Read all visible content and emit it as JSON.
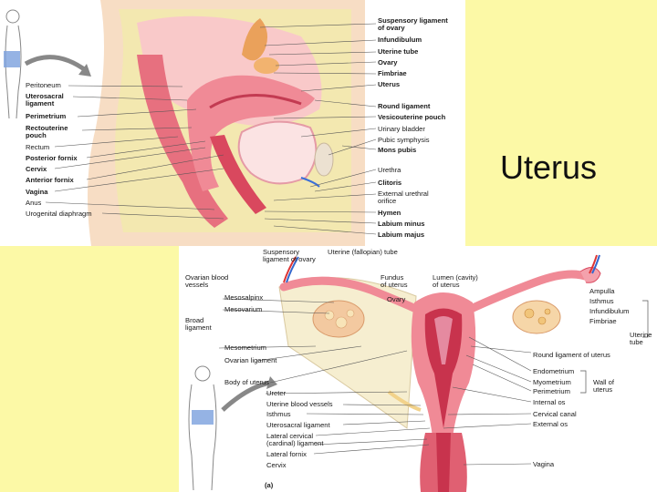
{
  "slide": {
    "title": "Uterus"
  },
  "top_diagram": {
    "right_labels": [
      "Suspensory ligament\nof ovary",
      "Infundibulum",
      "Uterine tube",
      "Ovary",
      "Fimbriae",
      "Uterus",
      "Round ligament",
      "Vesicouterine pouch",
      "Urinary bladder",
      "Pubic symphysis",
      "Mons pubis",
      "Urethra",
      "Clitoris",
      "External urethral\norifice",
      "Hymen",
      "Labium minus",
      "Labium majus"
    ],
    "left_labels": [
      "Peritoneum",
      "Uterosacral\nligament",
      "Perimetrium",
      "Rectouterine\npouch",
      "Rectum",
      "Posterior fornix",
      "Cervix",
      "Anterior fornix",
      "Vagina",
      "Anus",
      "Urogenital diaphragm"
    ]
  },
  "bottom_diagram": {
    "top_labels": [
      "Suspensory\nligament of ovary",
      "Uterine (fallopian) tube",
      "Fundus\nof uterus",
      "Lumen (cavity)\nof uterus"
    ],
    "left_labels": [
      "Ovarian blood\nvessels",
      "Mesosalpinx",
      "Mesovarium",
      "Broad\nligament",
      "Mesometrium",
      "Ovarian ligament",
      "Body of uterus",
      "Ureter",
      "Uterine blood vessels",
      "Isthmus",
      "Uterosacral ligament",
      "Lateral cervical\n(cardinal) ligament",
      "Lateral fornix",
      "Cervix",
      "Ovary"
    ],
    "right_labels": [
      "Ampulla",
      "Isthmus",
      "Infundibulum",
      "Fimbriae",
      "Uterine\ntube",
      "Round ligament of uterus",
      "Endometrium",
      "Myometrium",
      "Perimetrium",
      "Wall of\nuterus",
      "Internal os",
      "Cervical canal",
      "External os",
      "Vagina"
    ],
    "figure_label": "(a)"
  },
  "colors": {
    "background": "#fcf9a6",
    "tissue": "#f08a96",
    "tissue_dark": "#d9485e",
    "skin": "#f7ddc4",
    "fat": "#f3e8b0"
  }
}
